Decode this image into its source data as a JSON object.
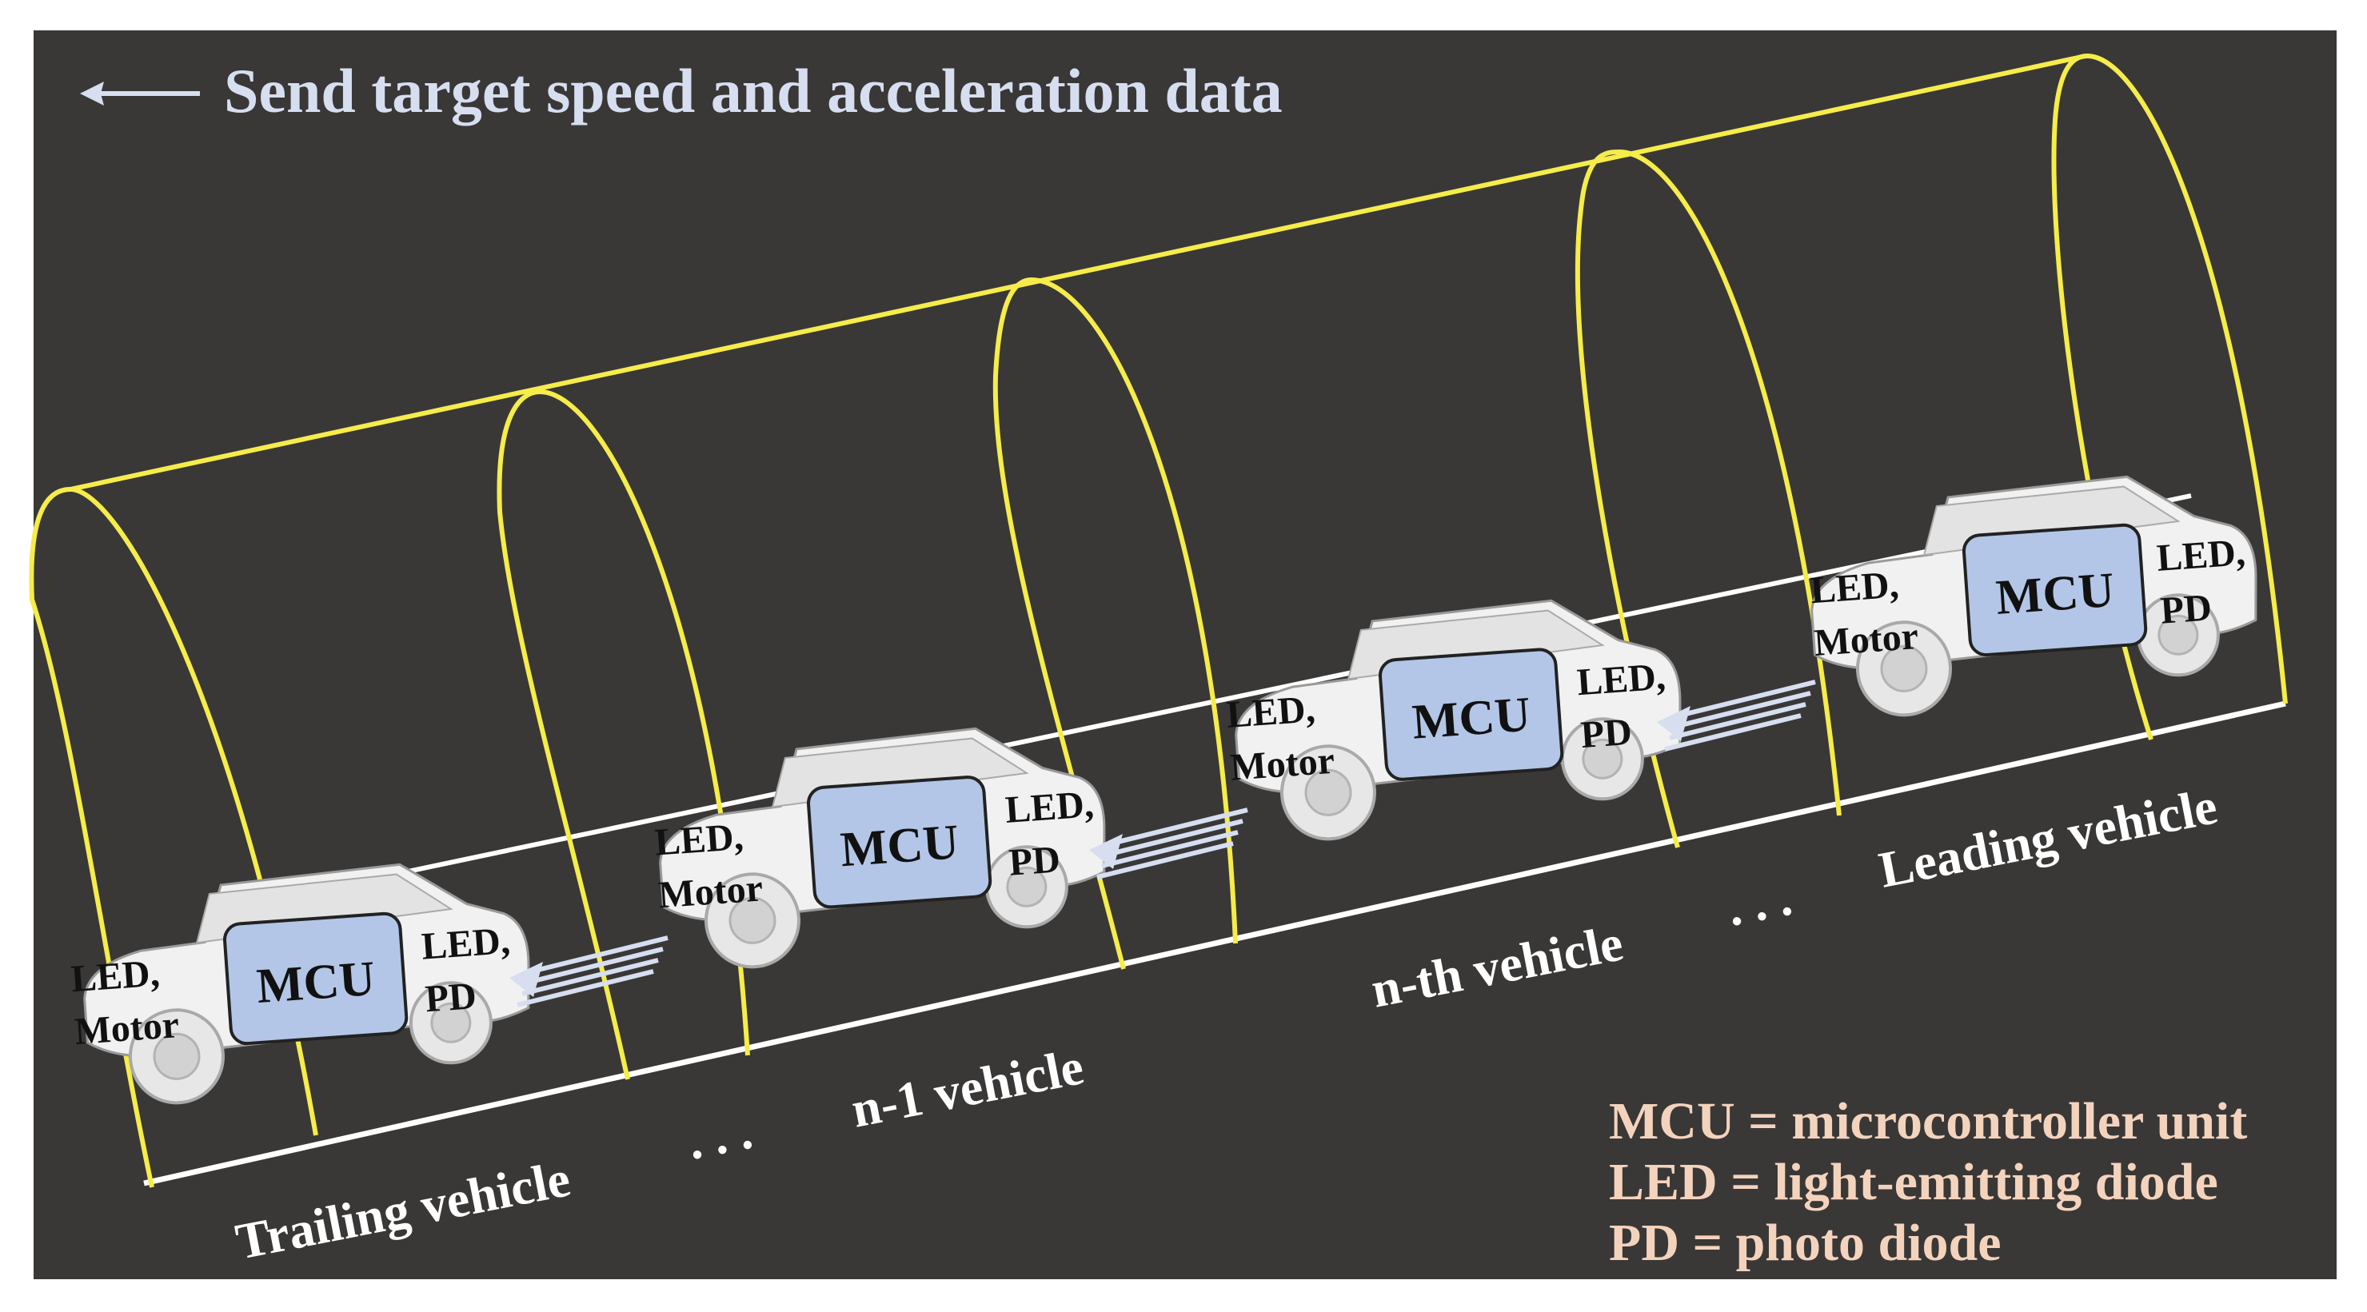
{
  "header": {
    "arrow_icon": "left-arrow-icon",
    "text": "Send target speed and acceleration data"
  },
  "vehicles": [
    {
      "id": "trailing",
      "name": "Trailing vehicle",
      "mcu": "MCU",
      "rear_label_1": "LED,",
      "rear_label_2": "Motor",
      "front_label_1": "LED,",
      "front_label_2": "PD"
    },
    {
      "id": "n-minus-1",
      "name": "n-1 vehicle",
      "mcu": "MCU",
      "rear_label_1": "LED,",
      "rear_label_2": "Motor",
      "front_label_1": "LED,",
      "front_label_2": "PD"
    },
    {
      "id": "n-th",
      "name": "n-th vehicle",
      "mcu": "MCU",
      "rear_label_1": "LED,",
      "rear_label_2": "Motor",
      "front_label_1": "LED,",
      "front_label_2": "PD"
    },
    {
      "id": "leading",
      "name": "Leading vehicle",
      "mcu": "MCU",
      "rear_label_1": "LED,",
      "rear_label_2": "Motor",
      "front_label_1": "LED,",
      "front_label_2": "PD"
    }
  ],
  "ellipsis_1": ". . .",
  "ellipsis_2": ". . .",
  "legend": {
    "line_1": "MCU = microcontroller unit",
    "line_2": "LED = light-emitting diode",
    "line_3": "PD = photo diode"
  },
  "colors": {
    "background": "#393837",
    "track": "#ffffff",
    "arch": "#f6ec4a",
    "mcu_fill": "#b3c6e7",
    "header_text": "#d6def0",
    "legend_text": "#f4d3bd",
    "car_body": "#f1f1f1"
  }
}
